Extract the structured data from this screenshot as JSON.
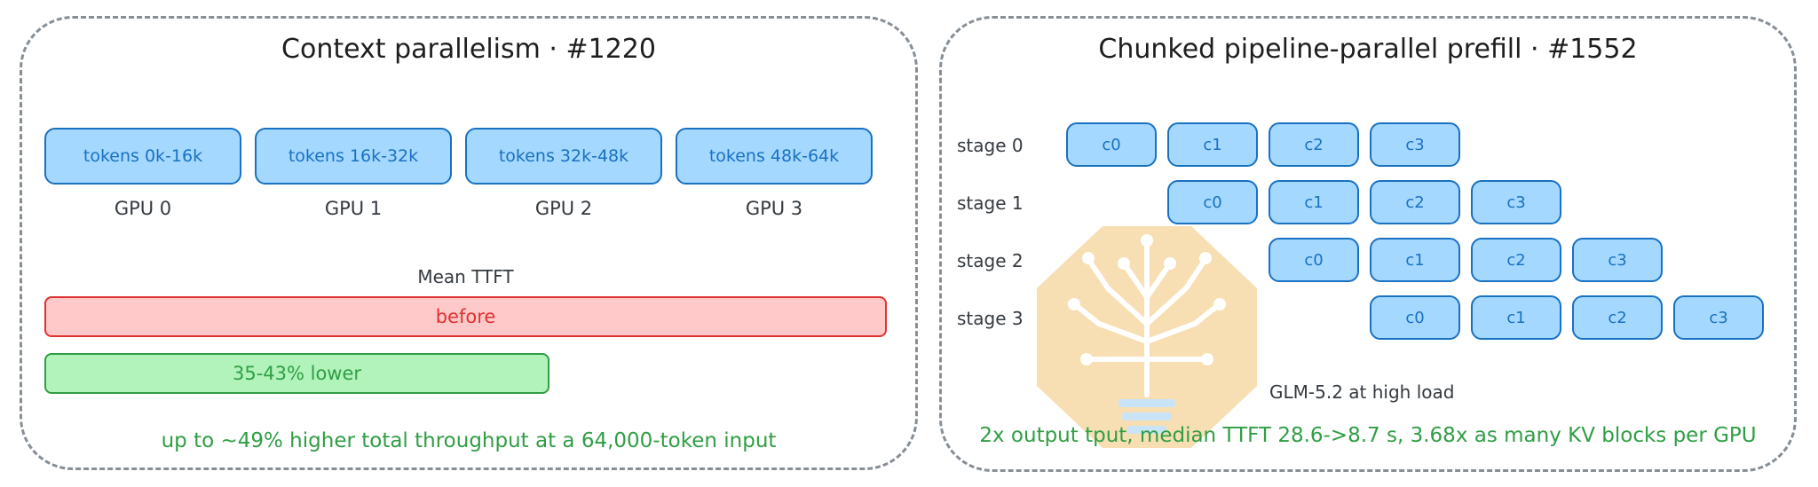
{
  "left": {
    "title": "Context parallelism  ·  #1220",
    "token_boxes": [
      "tokens 0k-16k",
      "tokens 16k-32k",
      "tokens 32k-48k",
      "tokens 48k-64k"
    ],
    "gpu_labels": [
      "GPU 0",
      "GPU 1",
      "GPU 2",
      "GPU 3"
    ],
    "mean_ttft_label": "Mean TTFT",
    "before_label": "before",
    "after_label": "35-43% lower",
    "after_fraction": 0.6,
    "footer": "up to ~49% higher total throughput at a 64,000-token input"
  },
  "right": {
    "title": "Chunked pipeline-parallel prefill  ·  #1552",
    "stages": [
      {
        "label": "stage 0",
        "chunks": [
          "c0",
          "c1",
          "c2",
          "c3"
        ]
      },
      {
        "label": "stage 1",
        "chunks": [
          "c0",
          "c1",
          "c2",
          "c3"
        ]
      },
      {
        "label": "stage 2",
        "chunks": [
          "c0",
          "c1",
          "c2",
          "c3"
        ]
      },
      {
        "label": "stage 3",
        "chunks": [
          "c0",
          "c1",
          "c2",
          "c3"
        ]
      }
    ],
    "note": "GLM-5.2 at high load",
    "footer": "2x output tput, median TTFT 28.6->8.7 s, 3.68x as many KV blocks per GPU"
  },
  "colors": {
    "blue_fill": "#a5d8ff",
    "blue_stroke": "#1971c2",
    "red_fill": "#ffc9c9",
    "red_stroke": "#e03131",
    "green_fill": "#b2f2bb",
    "green_stroke": "#2f9e44",
    "panel_border": "#868e96",
    "watermark": "#f5d9a8"
  },
  "watermark_icon": "circuit-tree-lightbulb-icon"
}
